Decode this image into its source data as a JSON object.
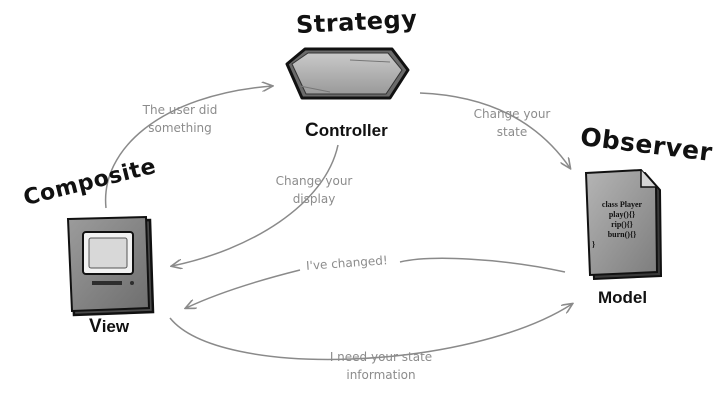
{
  "patterns": {
    "strategy": "Strategy",
    "observer": "Observer",
    "composite": "Composite"
  },
  "components": {
    "controller": {
      "first": "C",
      "rest": "ontroller"
    },
    "view": {
      "first": "V",
      "rest": "iew"
    },
    "model": "Model"
  },
  "model_code": {
    "line1": "class Player",
    "line2": "play(){}",
    "line3": "rip(){}",
    "line4": "burn(){}",
    "line5": "}"
  },
  "edges": {
    "user_did_something": {
      "line1": "The user did",
      "line2": "something"
    },
    "change_your_state": {
      "line1": "Change your",
      "line2": "state"
    },
    "change_your_display": {
      "line1": "Change your",
      "line2": "display"
    },
    "ive_changed": "I've changed!",
    "need_your_state": {
      "line1": "I need your state",
      "line2": "information"
    }
  },
  "icons": {
    "controller": "hexagon-icon",
    "view": "monitor-icon",
    "model": "document-icon"
  }
}
